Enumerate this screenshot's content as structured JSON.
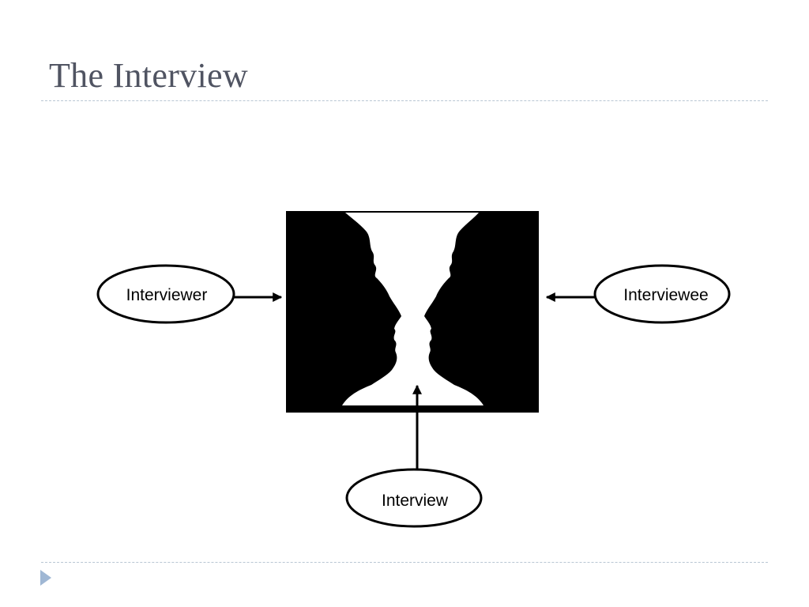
{
  "slide": {
    "title": "The Interview",
    "title_color": "#505462"
  },
  "diagram": {
    "nodes": [
      {
        "id": "interviewer",
        "label": "Interviewer"
      },
      {
        "id": "interviewee",
        "label": "Interviewee"
      },
      {
        "id": "interview",
        "label": "Interview"
      }
    ],
    "center_image": {
      "icon": "rubin-vase-faces-icon"
    },
    "arrows": [
      {
        "from": "interviewer",
        "to": "center_image"
      },
      {
        "from": "interviewee",
        "to": "center_image"
      },
      {
        "from": "interview",
        "to": "center_image"
      }
    ]
  },
  "navigation": {
    "icon": "triangle-right-icon"
  }
}
